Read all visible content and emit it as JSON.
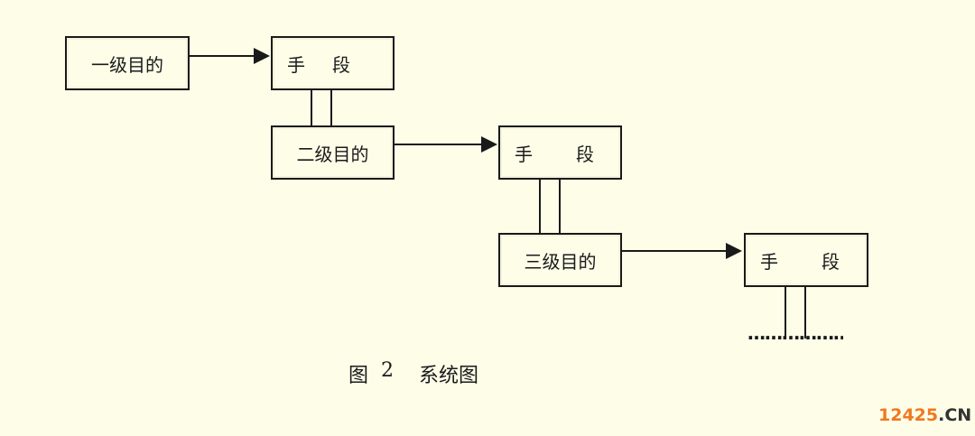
{
  "diagram": {
    "levels": [
      {
        "goal": "一级目的",
        "means": [
          "手",
          "段"
        ]
      },
      {
        "goal": "二级目的",
        "means": [
          "手",
          "段"
        ]
      },
      {
        "goal": "三级目的",
        "means": [
          "手",
          "段"
        ]
      }
    ],
    "continuation": "……"
  },
  "caption": {
    "label": "图",
    "number": "2",
    "title": "系统图"
  },
  "watermark": {
    "number": "12425",
    "domain": ".CN",
    "colors": {
      "number": "#f07820",
      "domain": "#333333"
    }
  }
}
